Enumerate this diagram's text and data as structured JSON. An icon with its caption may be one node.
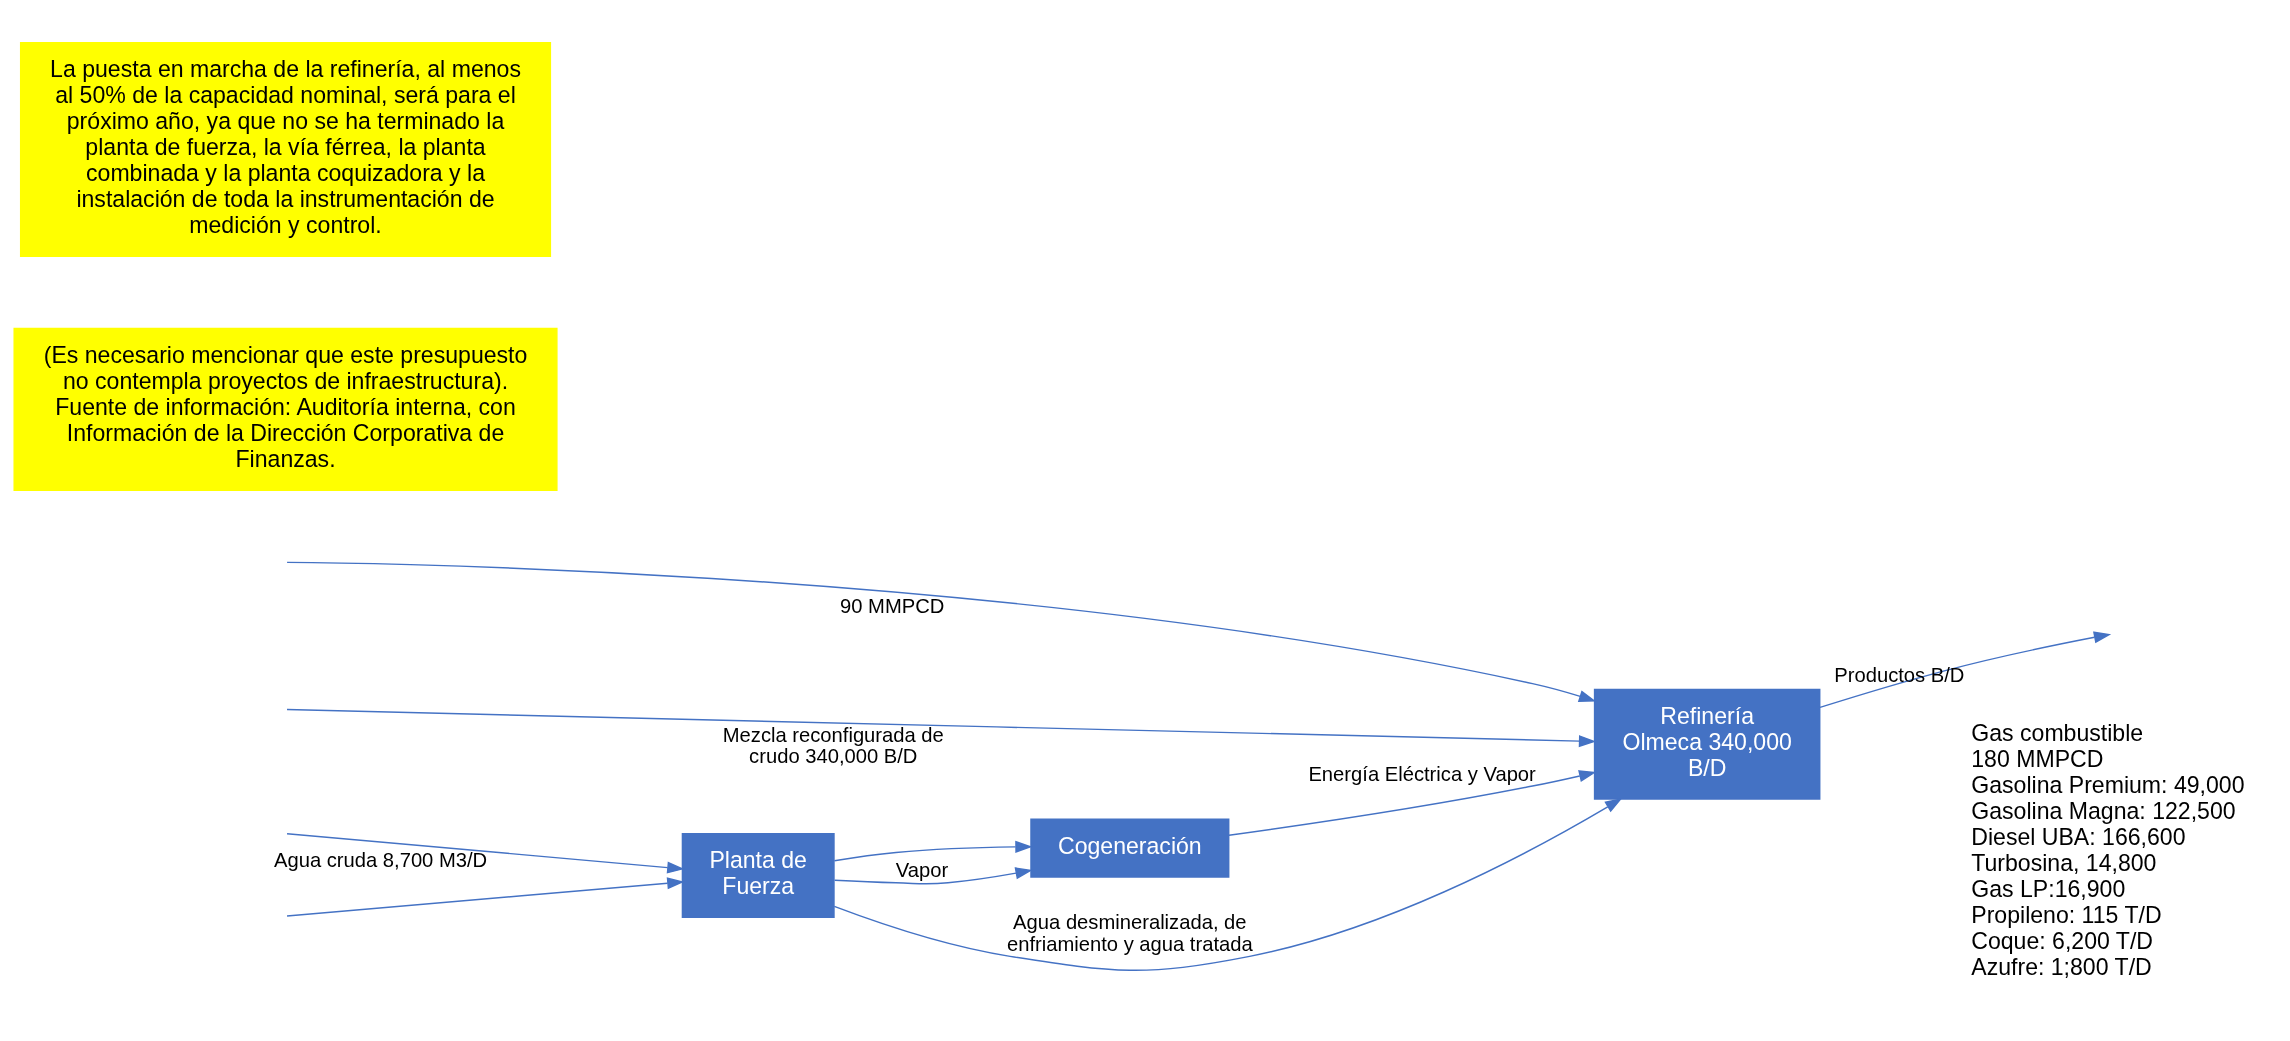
{
  "diagram": {
    "nodes": [
      {
        "text": [
          "Planta de Fuerza"
        ]
      },
      {
        "text": [
          "Cogeneración"
        ]
      },
      {
        "text": [
          "Refinería Olmeca 340,000 B/D"
        ]
      },
      {
        "text": [
          "(Es necesario mencionar que este presupuesto no contempla proyectos de infraestructura). Fuente de información: Auditoría interna, con Información de la Dirección Corporativa de Finanzas."
        ]
      },
      {
        "text": [
          "La puesta en marcha de la refinería, al menos al 50% de la capacidad nominal, será para el próximo año, ya que no se ha terminado la planta de fuerza, la vía férrea, la planta combinada y la planta coquizadora y la instalación de toda la instrumentación de medición y control."
        ]
      }
    ],
    "edges": [
      {
        "from": null,
        "to": 0,
        "arrow": "to",
        "label": "Agua cruda 8,700 M3/D"
      },
      {
        "from": null,
        "to": 0,
        "arrow": "to"
      },
      {
        "from": null,
        "to": 2,
        "arrow": "to",
        "label": "90 MMPCD"
      },
      {
        "from": 0,
        "to": 2,
        "arrow": "to",
        "label": "Agua desmineralizada, de enfriamiento y agua tratada"
      },
      {
        "from": 0,
        "to": 1,
        "arrow": "to"
      },
      {
        "from": 0,
        "to": 1,
        "arrow": "to",
        "label": "Vapor"
      },
      {
        "from": 1,
        "to": 2,
        "arrow": "to",
        "label": "Energía Eléctrica y Vapor"
      },
      {
        "from": null,
        "to": 2,
        "arrow": "to",
        "label": "Mezcla reconfigurada de crudo 340,000 B/D"
      },
      {
        "from": 2,
        "to": null,
        "arrow": "to",
        "label": "Productos B/D"
      }
    ],
    "labels": [
      "Gas combustible",
      "180 MMPCD",
      "Gasolina Premium: 49,000",
      "Gasolina Magna: 122,500",
      "Diesel UBA: 166,600",
      "Turbosina, 14,800",
      "Gas LP:16,900",
      "Propileno: 115 T/D",
      "Coque: 6,200 T/D",
      "Azufre: 1;800 T/D"
    ]
  }
}
